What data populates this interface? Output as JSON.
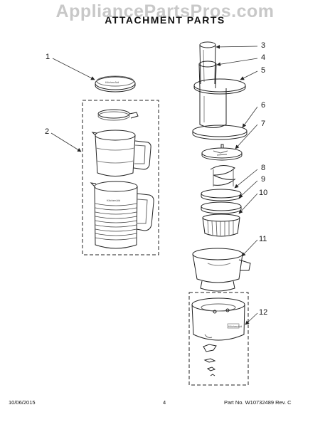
{
  "watermark": "AppliancePartsPros.com",
  "title": "ATTACHMENT PARTS",
  "callouts": [
    "1",
    "2",
    "3",
    "4",
    "5",
    "6",
    "7",
    "8",
    "9",
    "10",
    "11",
    "12"
  ],
  "brand_lettering": "KitchenAid",
  "footer": {
    "date": "10/06/2015",
    "page": "4",
    "part": "Part No.  W10732489  Rev. C"
  }
}
